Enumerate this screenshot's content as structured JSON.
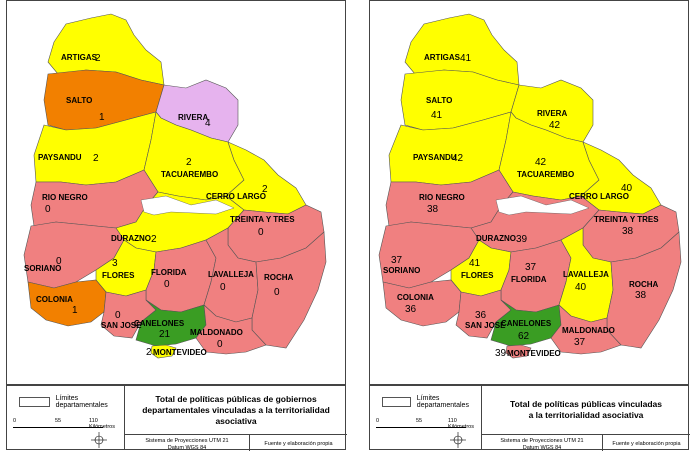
{
  "colors": {
    "yellow": "#ffff00",
    "salmon": "#f08080",
    "orange": "#f28000",
    "lilac": "#e6b3ee",
    "green": "#3a9d23",
    "water": "#ffffff",
    "border": "#555555"
  },
  "left_map": {
    "title_line1": "Total de políticas públicas de gobiernos",
    "title_line2": "departamentales vinculadas a la territorialidad asociativa",
    "legend_label": "Límites departamentales",
    "scale_0": "0",
    "scale_55": "55",
    "scale_110": "110 Kilómetros",
    "projection_line1": "Sistema de Proyecciones UTM 21",
    "projection_line2": "Datum WGS 84",
    "source": "Fuente y elaboración propia",
    "departments": {
      "artigas": {
        "name": "ARTIGAS",
        "value": "2"
      },
      "salto": {
        "name": "SALTO",
        "value": "1"
      },
      "rivera": {
        "name": "RIVERA",
        "value": "4"
      },
      "paysandu": {
        "name": "PAYSANDU",
        "value": "2"
      },
      "tacuarembo": {
        "name": "TACUAREMBO",
        "value": "2"
      },
      "rio_negro": {
        "name": "RIO NEGRO",
        "value": "0"
      },
      "cerro_largo": {
        "name": "CERRO LARGO",
        "value": "2"
      },
      "treinta_y_tres": {
        "name": "TREINTA Y TRES",
        "value": "0"
      },
      "durazno": {
        "name": "DURAZNO",
        "value": "2"
      },
      "soriano": {
        "name": "SORIANO",
        "value": "0"
      },
      "flores": {
        "name": "FLORES",
        "value": "3"
      },
      "florida": {
        "name": "FLORIDA",
        "value": "0"
      },
      "lavalleja": {
        "name": "LAVALLEJA",
        "value": "0"
      },
      "rocha": {
        "name": "ROCHA",
        "value": "0"
      },
      "colonia": {
        "name": "COLONIA",
        "value": "1"
      },
      "san_jose": {
        "name": "SAN JOSE",
        "value": "0"
      },
      "canelones": {
        "name": "CANELONES",
        "value": "21"
      },
      "maldonado": {
        "name": "MALDONADO",
        "value": "0"
      },
      "montevideo": {
        "name": "MONTEVIDEO",
        "value": "2"
      }
    }
  },
  "right_map": {
    "title_line1": "Total de políticas públicas vinculadas",
    "title_line2": "a la territorialidad asociativa",
    "legend_label": "Límites departamentales",
    "scale_0": "0",
    "scale_55": "55",
    "scale_110": "110 Kilómetros",
    "projection_line1": "Sistema de Proyecciones UTM 21",
    "projection_line2": "Datum WGS 84",
    "source": "Fuente y elaboración propia",
    "departments": {
      "artigas": {
        "name": "ARTIGAS",
        "value": "41"
      },
      "salto": {
        "name": "SALTO",
        "value": "41"
      },
      "rivera": {
        "name": "RIVERA",
        "value": "42"
      },
      "paysandu": {
        "name": "PAYSANDU",
        "value": "42"
      },
      "tacuarembo": {
        "name": "TACUAREMBO",
        "value": "42"
      },
      "rio_negro": {
        "name": "RIO NEGRO",
        "value": "38"
      },
      "cerro_largo": {
        "name": "CERRO LARGO",
        "value": "40"
      },
      "treinta_y_tres": {
        "name": "TREINTA Y TRES",
        "value": "38"
      },
      "durazno": {
        "name": "DURAZNO",
        "value": "39"
      },
      "soriano": {
        "name": "SORIANO",
        "value": "37"
      },
      "flores": {
        "name": "FLORES",
        "value": "41"
      },
      "florida": {
        "name": "FLORIDA",
        "value": "37"
      },
      "lavalleja": {
        "name": "LAVALLEJA",
        "value": "40"
      },
      "rocha": {
        "name": "ROCHA",
        "value": "38"
      },
      "colonia": {
        "name": "COLONIA",
        "value": "36"
      },
      "san_jose": {
        "name": "SAN JOSE",
        "value": "36"
      },
      "canelones": {
        "name": "CANELONES",
        "value": "62"
      },
      "maldonado": {
        "name": "MALDONADO",
        "value": "37"
      },
      "montevideo": {
        "name": "MONTEVIDEO",
        "value": "39"
      }
    }
  }
}
